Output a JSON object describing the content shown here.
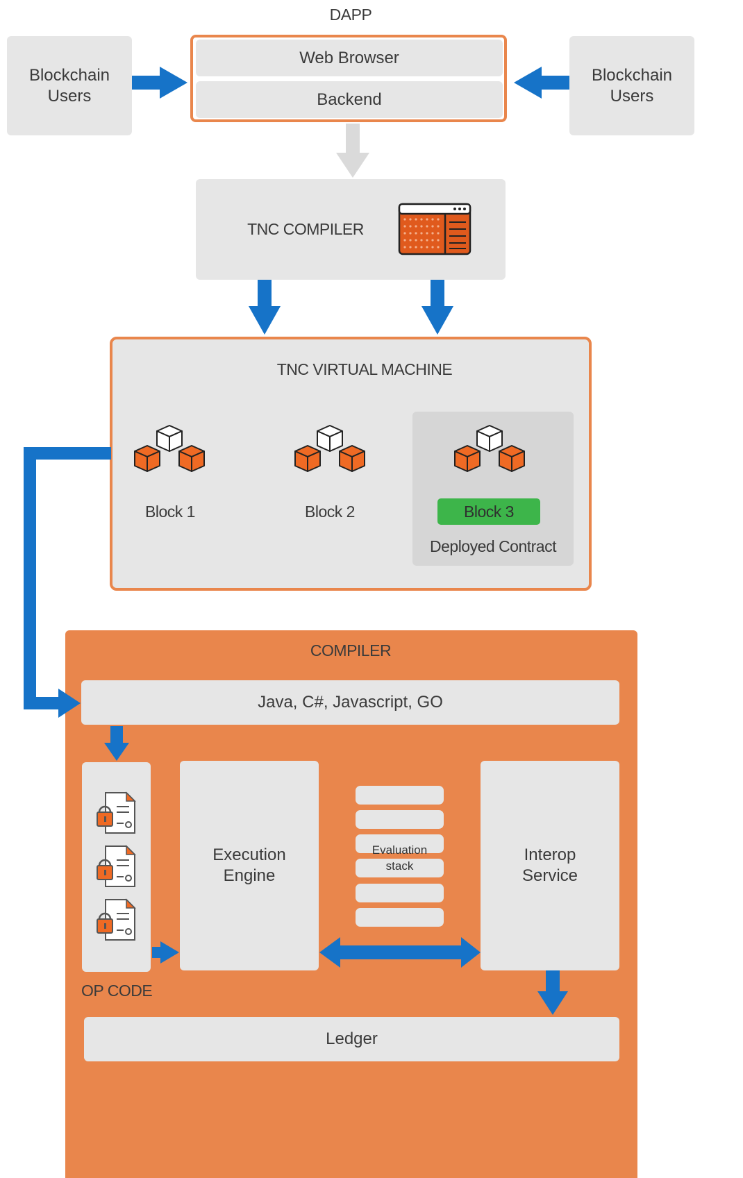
{
  "dapp": {
    "title": "DAPP",
    "web_browser": "Web Browser",
    "backend": "Backend",
    "users_left": "Blockchain\nUsers",
    "users_right": "Blockchain\nUsers"
  },
  "tnc_compiler": {
    "label": "TNC COMPILER"
  },
  "vm": {
    "title": "TNC VIRTUAL MACHINE",
    "blocks": [
      {
        "label": "Block 1"
      },
      {
        "label": "Block 2"
      },
      {
        "label": "Block 3",
        "caption": "Deployed Contract"
      }
    ]
  },
  "compiler": {
    "title": "COMPILER",
    "languages": "Java, C#, Javascript, GO",
    "execution_engine": "Execution\nEngine",
    "evaluation_stack": "Evaluation\nstack",
    "interop_service": "Interop\nService",
    "op_code": "OP CODE",
    "ledger": "Ledger"
  },
  "colors": {
    "orange": "#e9864c",
    "orange_dark": "#e05a1d",
    "blue": "#1673c8",
    "gray_box": "#e6e6e6",
    "green": "#3db54a"
  }
}
